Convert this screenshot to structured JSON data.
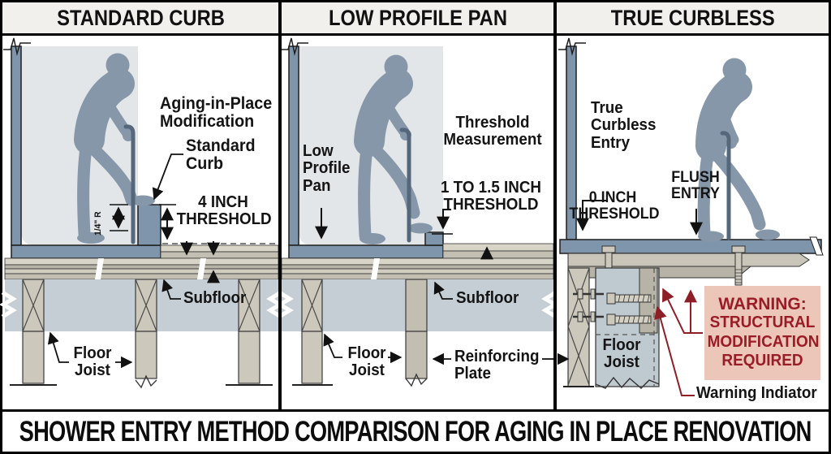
{
  "header": {
    "panel1": "STANDARD CURB",
    "panel2": "LOW PROFILE PAN",
    "panel3": "TRUE CURBLESS"
  },
  "panel1": {
    "aging": "Aging-in-Place\nModification",
    "curb": "Standard\nCurb",
    "threshold": "4 INCH\nTHRESHOLD",
    "radius": "1/4\" R",
    "subfloor": "Subfloor",
    "joist": "Floor\nJoist"
  },
  "panel2": {
    "pan": "Low\nProfile\nPan",
    "measurement": "Threshold\nMeasurement",
    "threshold": "1 TO 1.5 INCH\nTHRESHOLD",
    "subfloor": "Subfloor",
    "joist": "Floor\nJoist",
    "plate": "Reinforcing\nPlate"
  },
  "panel3": {
    "entry": "True\nCurbless\nEntry",
    "flush": "FLUSH\nENTRY",
    "threshold": "0 INCH\nTHRESHOLD",
    "joist": "Floor\nJoist",
    "warning_title": "WARNING:",
    "warning_body": "STRUCTURAL\nMODIFICATION\nREQUIRED",
    "indicator": "Warning Indiator"
  },
  "footer": {
    "title": "SHOWER ENTRY METHOD COMPARISON FOR AGING IN PLACE RENOVATION"
  },
  "colors": {
    "steel_blue": "#7e95ac",
    "silhouette": "#8697a9",
    "subfloor_tan": "#d8d5c8",
    "joist_fill": "#ccc9bc",
    "joist_bay": "#c6ced5",
    "warning_bg": "#ecc6b9",
    "warning_text": "#9a1c26",
    "warning_arrow": "#8e1f26"
  }
}
